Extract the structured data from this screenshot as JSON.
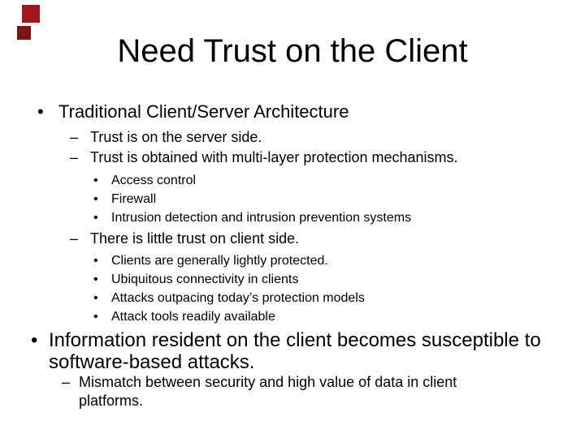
{
  "slide": {
    "title": "Need Trust on the Client",
    "background_color": "#FFFFFF",
    "text_color": "#000000",
    "decorations": {
      "square_large_color": "#9E1A1D",
      "square_small_color": "#7A1416"
    },
    "items": [
      {
        "level": 1,
        "marker": "•",
        "text": "Traditional Client/Server Architecture"
      },
      {
        "level": 2,
        "marker": "–",
        "text": "Trust is on the server side."
      },
      {
        "level": 2,
        "marker": "–",
        "text": "Trust is obtained with multi-layer protection mechanisms."
      },
      {
        "level": 3,
        "marker": "•",
        "text": "Access control"
      },
      {
        "level": 3,
        "marker": "•",
        "text": "Firewall"
      },
      {
        "level": 3,
        "marker": "•",
        "text": "Intrusion detection and intrusion prevention systems"
      },
      {
        "level": 2,
        "marker": "–",
        "text": "There is little trust on client side."
      },
      {
        "level": 3,
        "marker": "•",
        "text": "Clients are generally lightly protected."
      },
      {
        "level": 3,
        "marker": "•",
        "text": "Ubiquitous connectivity in clients"
      },
      {
        "level": 3,
        "marker": "•",
        "text": "Attacks outpacing today’s protection models"
      },
      {
        "level": 3,
        "marker": "•",
        "text": "Attack tools readily available"
      },
      {
        "level": 1,
        "marker": "•",
        "text": "Information resident on the client becomes susceptible to\nsoftware-based attacks."
      },
      {
        "level": 2,
        "marker": "–",
        "text": "Mismatch between security and high value of data in client\nplatforms."
      }
    ]
  }
}
